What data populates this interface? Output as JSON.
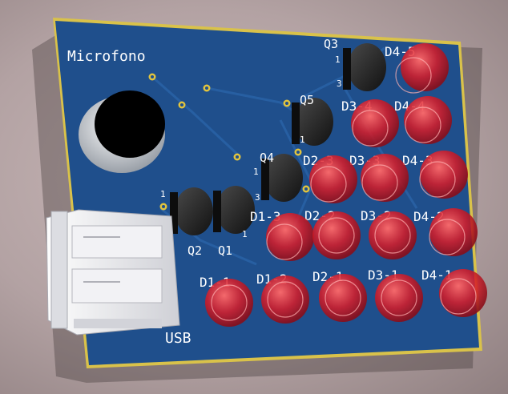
{
  "board": {
    "mic_label": "Microfono",
    "usb_label": "USB",
    "colors": {
      "pcb": "#1f4f8c",
      "pcb_edge": "#d9c24a",
      "led_red": "#e0202a",
      "transistor": "#1e1e1e",
      "usb_body": "#e8e8ec"
    }
  },
  "transistors": [
    {
      "ref": "Q1",
      "pin": "1"
    },
    {
      "ref": "Q2",
      "pin": "1"
    },
    {
      "ref": "Q3",
      "pin": "1",
      "pin2": "3"
    },
    {
      "ref": "Q4",
      "pin": "1",
      "pin2": "3"
    },
    {
      "ref": "Q5",
      "pin": "1"
    }
  ],
  "leds": {
    "row1": [
      "D1-1",
      "D1-2",
      "D2-1",
      "D3-1",
      "D4-1"
    ],
    "row2": [
      "D1-3",
      "D2-2",
      "D3-2",
      "D4-2"
    ],
    "row3": [
      "D2-3",
      "D3-3",
      "D4-3"
    ],
    "row4": [
      "D3-4",
      "D4-4"
    ],
    "row5": [
      "D4-5"
    ]
  }
}
